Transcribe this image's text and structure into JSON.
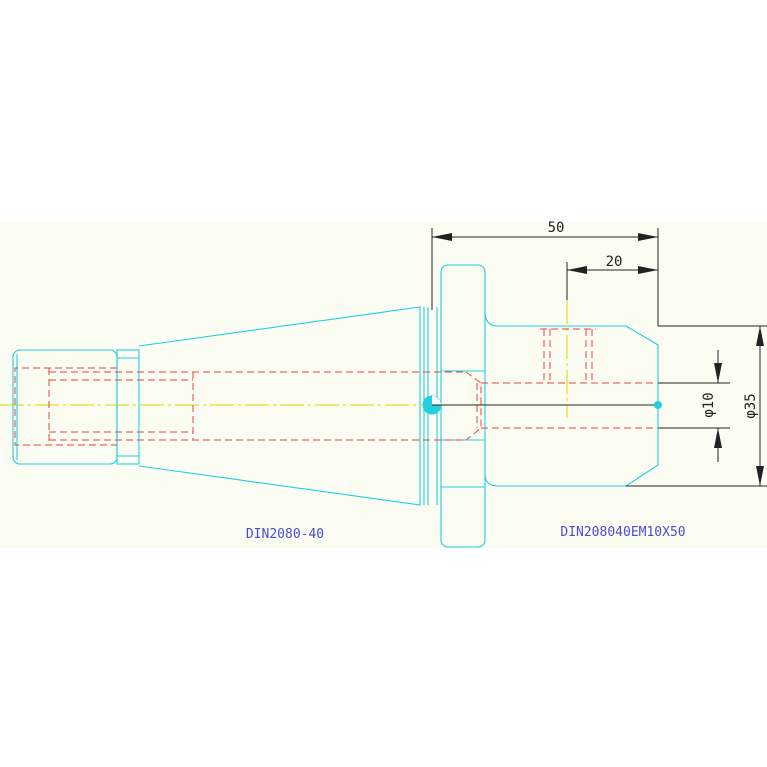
{
  "dimensions": {
    "overall_length": "50",
    "pin_offset": "20",
    "bore_diameter": "φ10",
    "shank_diameter": "φ35"
  },
  "labels": {
    "taper_standard": "DIN2080-40",
    "holder_code": "DIN208040EM10X50"
  },
  "colors": {
    "background_band": "#fbfdf2",
    "outline": "#22cfe0",
    "hidden_line": "#ee4040",
    "center_line": "#d8d800",
    "dimension": "#222222",
    "label": "#4a4ad6"
  }
}
